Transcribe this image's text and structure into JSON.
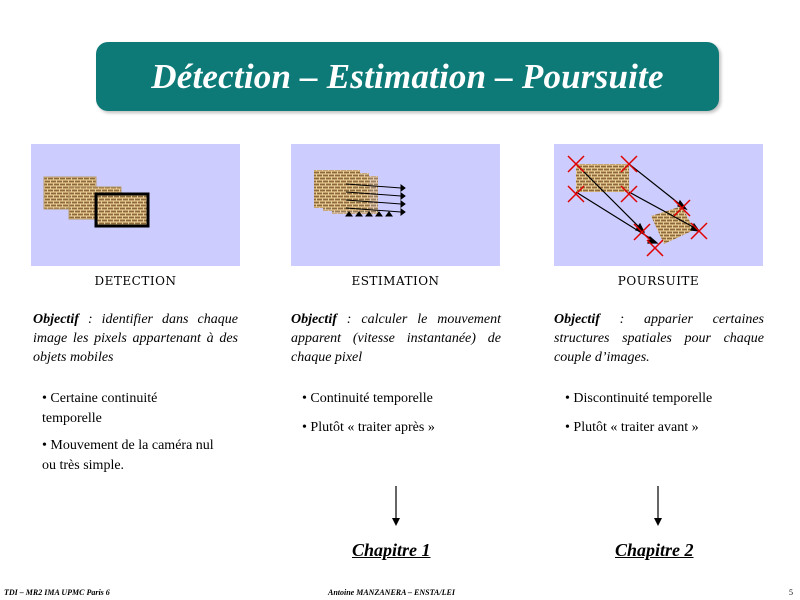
{
  "title": "Détection – Estimation – Poursuite",
  "columns": [
    {
      "caption": "DETECTION",
      "objectif_label": "Objectif",
      "objectif_text": " : identifier dans chaque image les pixels appartenant à des objets mobiles",
      "bullets": [
        "• Certaine continuité temporelle",
        "• Mouvement de la caméra nul ou très simple."
      ]
    },
    {
      "caption": "ESTIMATION",
      "objectif_label": "Objectif",
      "objectif_text": " : calculer le mouvement apparent (vitesse instantanée) de chaque pixel",
      "bullets": [
        "• Continuité temporelle",
        "• Plutôt « traiter après »"
      ],
      "chapter": "Chapitre 1"
    },
    {
      "caption": "POURSUITE",
      "objectif_label": "Objectif",
      "objectif_text": " : apparier certaines structures spatiales pour chaque couple d’images.",
      "bullets": [
        "• Discontinuité temporelle",
        "• Plutôt « traiter avant »"
      ],
      "chapter": "Chapitre 2"
    }
  ],
  "footer": {
    "left": "TDI – MR2 IMA UPMC Paris 6",
    "center": "Antoine MANZANERA – ENSTA/LEI",
    "page": "5"
  },
  "colors": {
    "title_bg": "#0d7a78",
    "panel_bg": "#ccccff",
    "cross": "#e00000"
  }
}
